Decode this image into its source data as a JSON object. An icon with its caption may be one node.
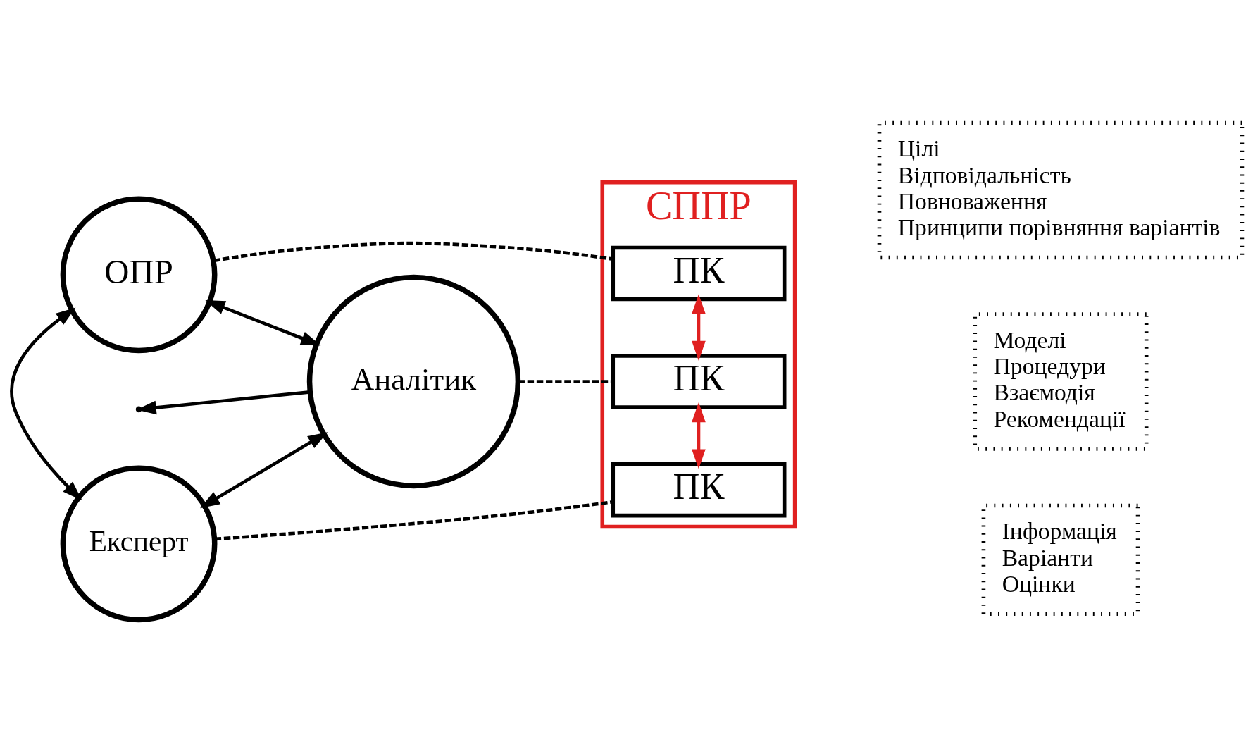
{
  "diagram": {
    "nodes": [
      {
        "text": [
          "ОПР"
        ]
      },
      {
        "text": [
          "Аналітик"
        ]
      },
      {
        "text": [
          "Експерт"
        ]
      },
      {
        "text": [
          "СППР"
        ]
      },
      {
        "text": [
          "ПК"
        ],
        "in": 3
      },
      {
        "text": [
          "ПК"
        ],
        "in": 3
      },
      {
        "text": [
          "ПК"
        ],
        "in": 3
      },
      {
        "text": [
          "Цілі",
          "Відповідальність",
          "Повноваження",
          "Принципи порівняння варіантів"
        ]
      },
      {
        "text": [
          "Моделі",
          "Процедури",
          "Взаємодія",
          "Рекомендації"
        ]
      },
      {
        "text": [
          "Інформація",
          "Варіанти",
          "Оцінки"
        ]
      }
    ],
    "edges": [
      {
        "from": 0,
        "to": 4,
        "arrow": "none",
        "style": "dashed"
      },
      {
        "from": 1,
        "to": 5,
        "arrow": "none",
        "style": "dashed"
      },
      {
        "from": 2,
        "to": 6,
        "arrow": "none",
        "style": "dashed"
      },
      {
        "from": 4,
        "to": 5,
        "arrow": "both",
        "color": "#e02020"
      },
      {
        "from": 5,
        "to": 6,
        "arrow": "both",
        "color": "#e02020"
      },
      {
        "from": 1,
        "to": 0,
        "arrow": "both"
      },
      {
        "from": 0,
        "to": 2,
        "arrow": "both"
      },
      {
        "from": 1,
        "to": null,
        "arrow": "to"
      },
      {
        "from": 2,
        "to": 1,
        "arrow": "both"
      }
    ]
  }
}
